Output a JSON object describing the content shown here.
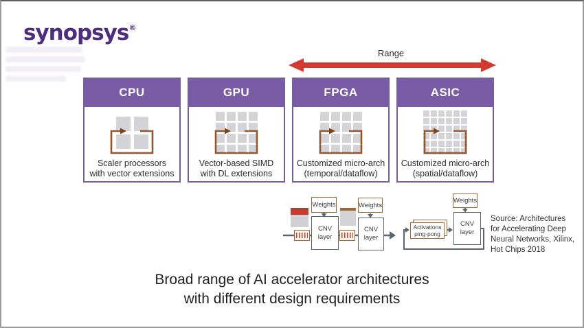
{
  "logo": {
    "text": "synopsys",
    "registered": "®"
  },
  "range": {
    "label": "Range"
  },
  "cards": [
    {
      "title": "CPU",
      "caption_line1": "Scaler processors",
      "caption_line2": "with vector extensions",
      "grid": {
        "rows": 2,
        "cols": 2
      }
    },
    {
      "title": "GPU",
      "caption_line1": "Vector-based SIMD",
      "caption_line2": "with DL extensions",
      "grid": {
        "rows": 4,
        "cols": 4
      }
    },
    {
      "title": "FPGA",
      "caption_line1": "Customized micro-arch",
      "caption_line2": "(temporal/dataflow)",
      "grid": {
        "rows": 4,
        "cols": 4
      }
    },
    {
      "title": "ASIC",
      "caption_line1": "Customized micro-arch",
      "caption_line2": "(spatial/dataflow)",
      "grid": {
        "rows": 6,
        "cols": 6
      }
    }
  ],
  "fpga_flow": {
    "weights1": "Weights",
    "cnv1_line1": "CNV",
    "cnv1_line2": "layer",
    "weights2": "Weights",
    "cnv2_line1": "CNV",
    "cnv2_line2": "layer"
  },
  "asic_flow": {
    "weights": "Weights",
    "cnv_line1": "CNV",
    "cnv_line2": "layer",
    "activations_line1": "Activations",
    "activations_line2": "ping-pong"
  },
  "source": {
    "line1": "Source: Architectures",
    "line2": "for Accelerating Deep",
    "line3": "Neural Networks, Xilinx,",
    "line4": "Hot Chips 2018"
  },
  "title": {
    "line1": "Broad range of AI accelerator architectures",
    "line2": "with different design requirements"
  },
  "colors": {
    "purple": "#7A5BA6",
    "logo_purple": "#4F2D7F",
    "red": "#D23B2F",
    "brown": "#A2672E",
    "slate": "#5B6470",
    "chip_gray": "#D4D4D8"
  }
}
